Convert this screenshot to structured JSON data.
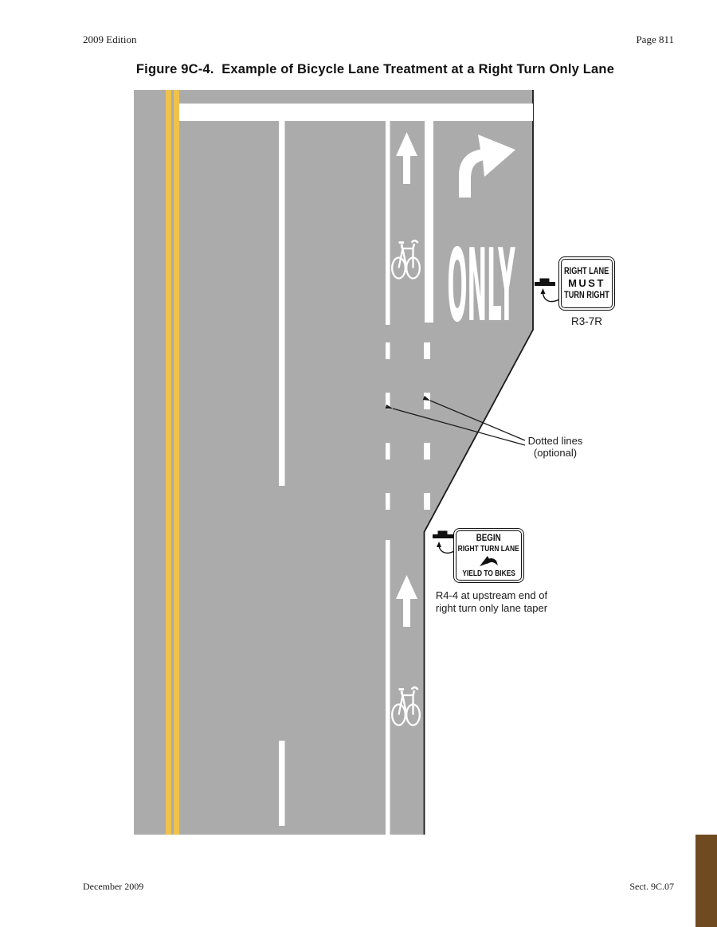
{
  "page": {
    "edition": "2009 Edition",
    "page_number": "Page 811",
    "title": "Figure 9C-4.  Example of Bicycle Lane Treatment at a Right Turn Only Lane",
    "footer_left": "December 2009",
    "footer_right": "Sect. 9C.07"
  },
  "figure": {
    "road": {
      "only_marking": "ONLY",
      "marking_icons": [
        "straight-arrow-marking",
        "bike-lane-symbol-marking",
        "right-turn-arrow-marking"
      ]
    },
    "signs": {
      "r3_7r": {
        "lines": [
          "RIGHT LANE",
          "MUST",
          "TURN RIGHT"
        ],
        "designation": "R3-7R"
      },
      "r4_4": {
        "line1": "BEGIN",
        "line2": "RIGHT TURN LANE",
        "arrow_icon": "down-left-arrow-icon",
        "line3": "YIELD TO BIKES"
      }
    },
    "annotations": {
      "dotted_lines_line1": "Dotted lines",
      "dotted_lines_line2": "(optional)",
      "r44_caption_line1": "R4-4 at upstream end of",
      "r44_caption_line2": "right turn only lane taper"
    },
    "colors": {
      "pavement_gray": "#ABABAB",
      "centerline_yellow": "#EFC24C",
      "marking_white": "#FFFFFF",
      "edge_line_black": "#1A1A1A",
      "corner_bar_brown": "#6F4A21"
    }
  }
}
